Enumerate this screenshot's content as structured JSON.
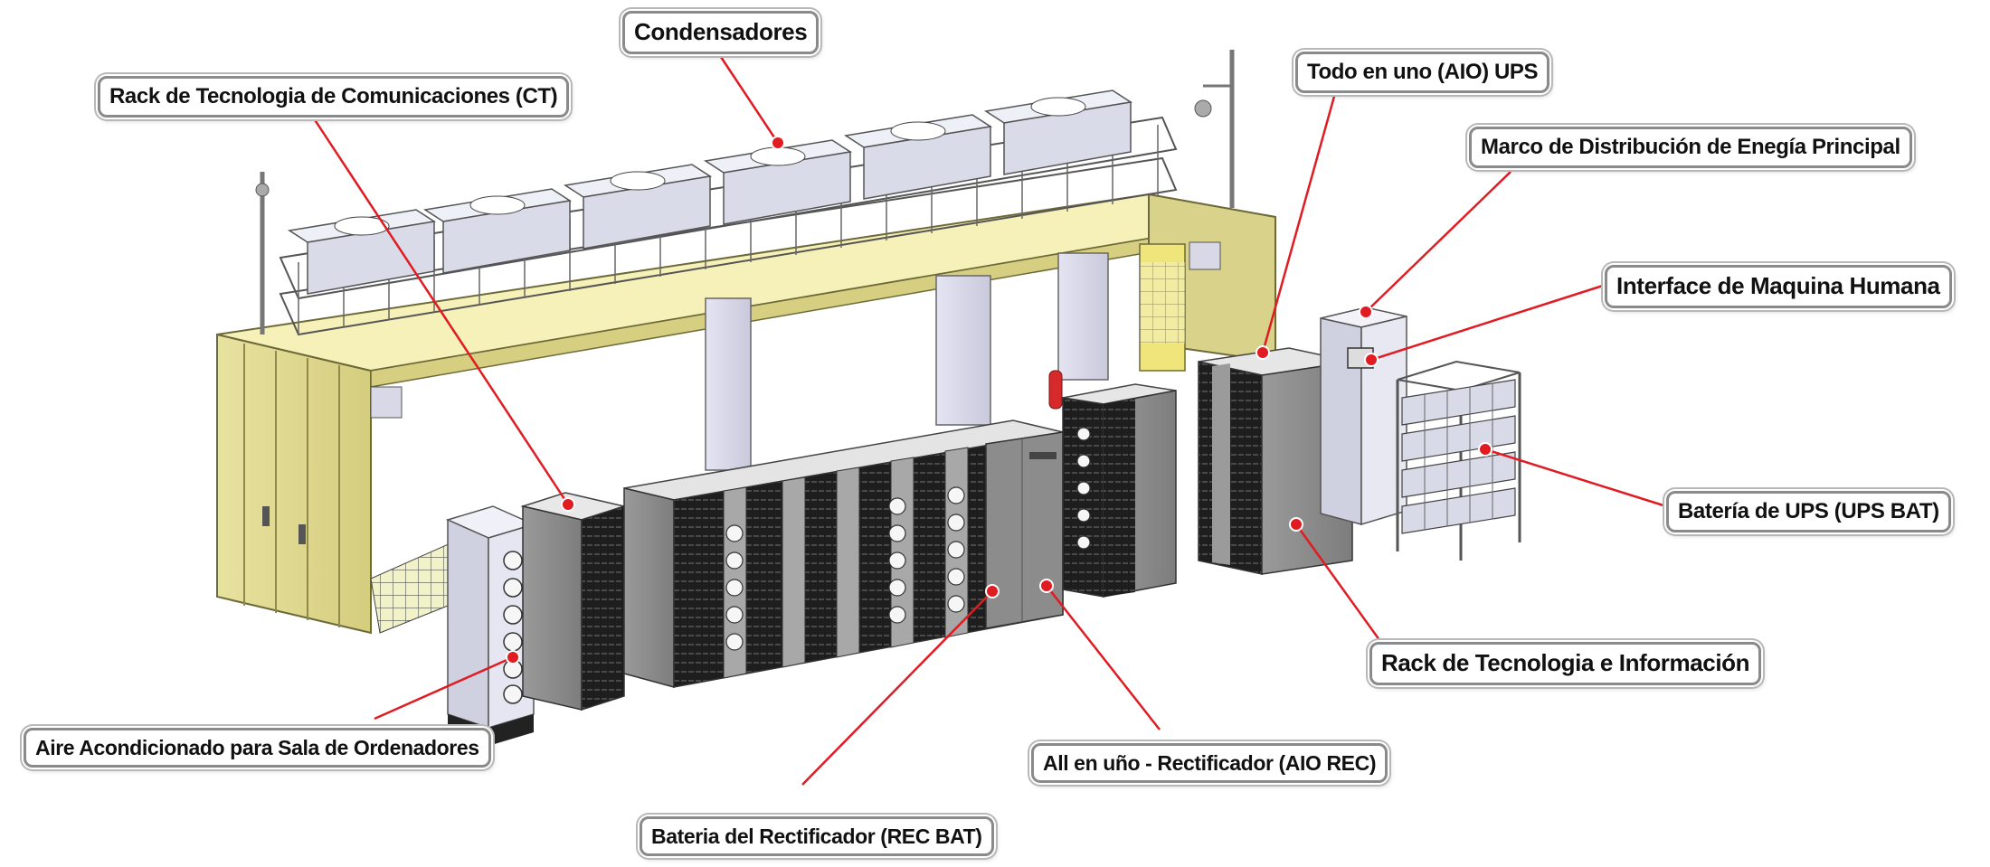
{
  "labels": {
    "condensadores": "Condensadores",
    "rack_ct": "Rack de Tecnologia de Comunicaciones (CT)",
    "aio_ups": "Todo en uno (AIO) UPS",
    "mdf": "Marco de Distribución de Enegía Principal",
    "hmi": "Interface de Maquina Humana",
    "ups_bat": "Batería de UPS (UPS BAT)",
    "rack_it": "Rack de Tecnologia e Información",
    "aire": "Aire Acondicionado para Sala de Ordenadores",
    "aio_rec": "All en uño - Rectificador (AIO REC)",
    "rec_bat": "Bateria del Rectificador (REC BAT)"
  },
  "colors": {
    "leader_line": "#e01b22",
    "dot": "#e01b22",
    "container_yellow": "#e6e098",
    "cabinet_gray": "#8e8e8e",
    "label_border": "#8a8a8a"
  }
}
